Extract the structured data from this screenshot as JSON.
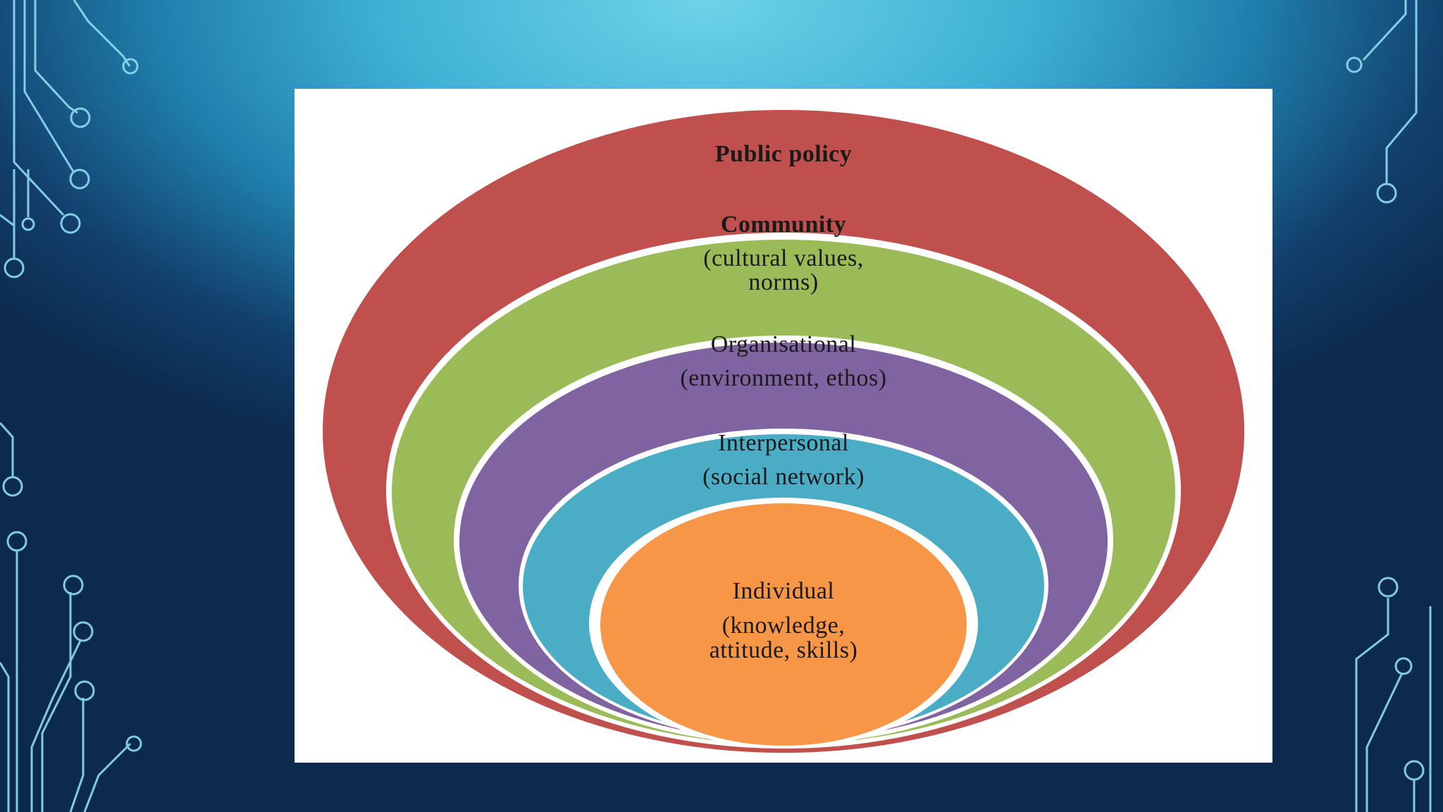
{
  "diagram": {
    "layers": [
      {
        "id": "public-policy",
        "lines": [
          "Public policy"
        ],
        "color": "#c0504d"
      },
      {
        "id": "community",
        "lines": [
          "Community",
          "(cultural values,",
          "norms)"
        ],
        "color": "#9bbb59"
      },
      {
        "id": "organisational",
        "lines": [
          "Organisational",
          "(environment, ethos)"
        ],
        "color": "#8064a2"
      },
      {
        "id": "interpersonal",
        "lines": [
          "Interpersonal",
          "(social network)"
        ],
        "color": "#4bacc6"
      },
      {
        "id": "individual",
        "lines": [
          "Individual",
          "(knowledge,",
          "attitude, skills)"
        ],
        "color": "#f79646"
      }
    ]
  },
  "theme": {
    "background_accent": "#3fb1d4",
    "circuit_line_color": "#7fd6ef"
  }
}
